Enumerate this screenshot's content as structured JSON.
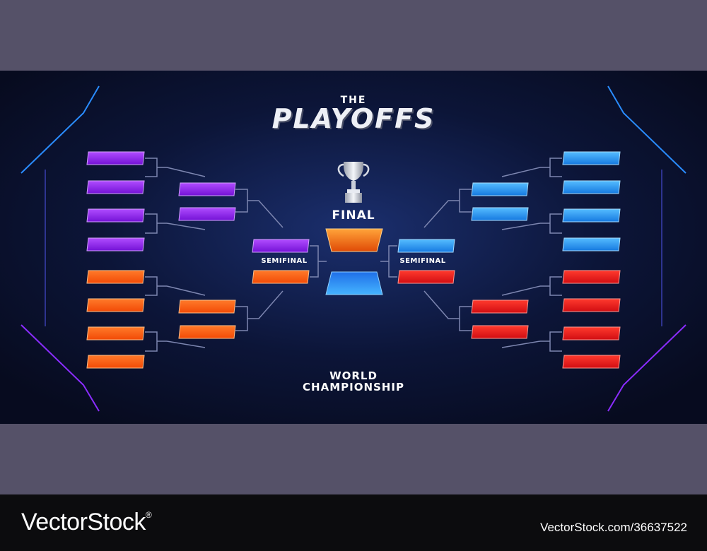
{
  "header": {
    "pre_title": "THE",
    "title": "PLAYOFFS"
  },
  "bracket": {
    "final_label": "FINAL",
    "semifinal_left_label": "SEMIFINAL",
    "semifinal_right_label": "SEMIFINAL",
    "footer_line1": "WORLD",
    "footer_line2": "CHAMPIONSHIP"
  },
  "colors": {
    "background": "#0a1029",
    "purple": "#8a1ff0",
    "orange": "#ff5a14",
    "blue": "#1e90f0",
    "red": "#ec1c1c",
    "connector": "#7d86b0"
  },
  "icons": {
    "trophy": "trophy-icon"
  },
  "watermark": {
    "brand": "VectorStock",
    "reg": "®",
    "url": "VectorStock.com/36637522"
  }
}
